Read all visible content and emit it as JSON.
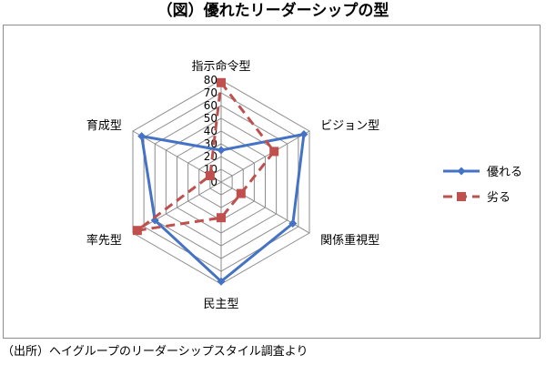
{
  "chart_data": {
    "type": "radar",
    "title": "（図）優れたリーダーシップの型",
    "categories": [
      "指示命令型",
      "ビジョン型",
      "関係重視型",
      "民主型",
      "率先型",
      "育成型"
    ],
    "range": [
      0,
      80
    ],
    "ticks": [
      0,
      10,
      20,
      30,
      40,
      50,
      60,
      70,
      80
    ],
    "grid": true,
    "legend_position": "right",
    "series": [
      {
        "name": "優れる",
        "values": [
          25,
          75,
          65,
          78,
          60,
          72
        ],
        "color": "#4472C4",
        "marker": "diamond",
        "dash": false
      },
      {
        "name": "劣る",
        "values": [
          78,
          48,
          18,
          28,
          76,
          10
        ],
        "color": "#C0504D",
        "marker": "square",
        "dash": true
      }
    ]
  },
  "source": "（出所）ヘイグループのリーダーシップスタイル調査より"
}
